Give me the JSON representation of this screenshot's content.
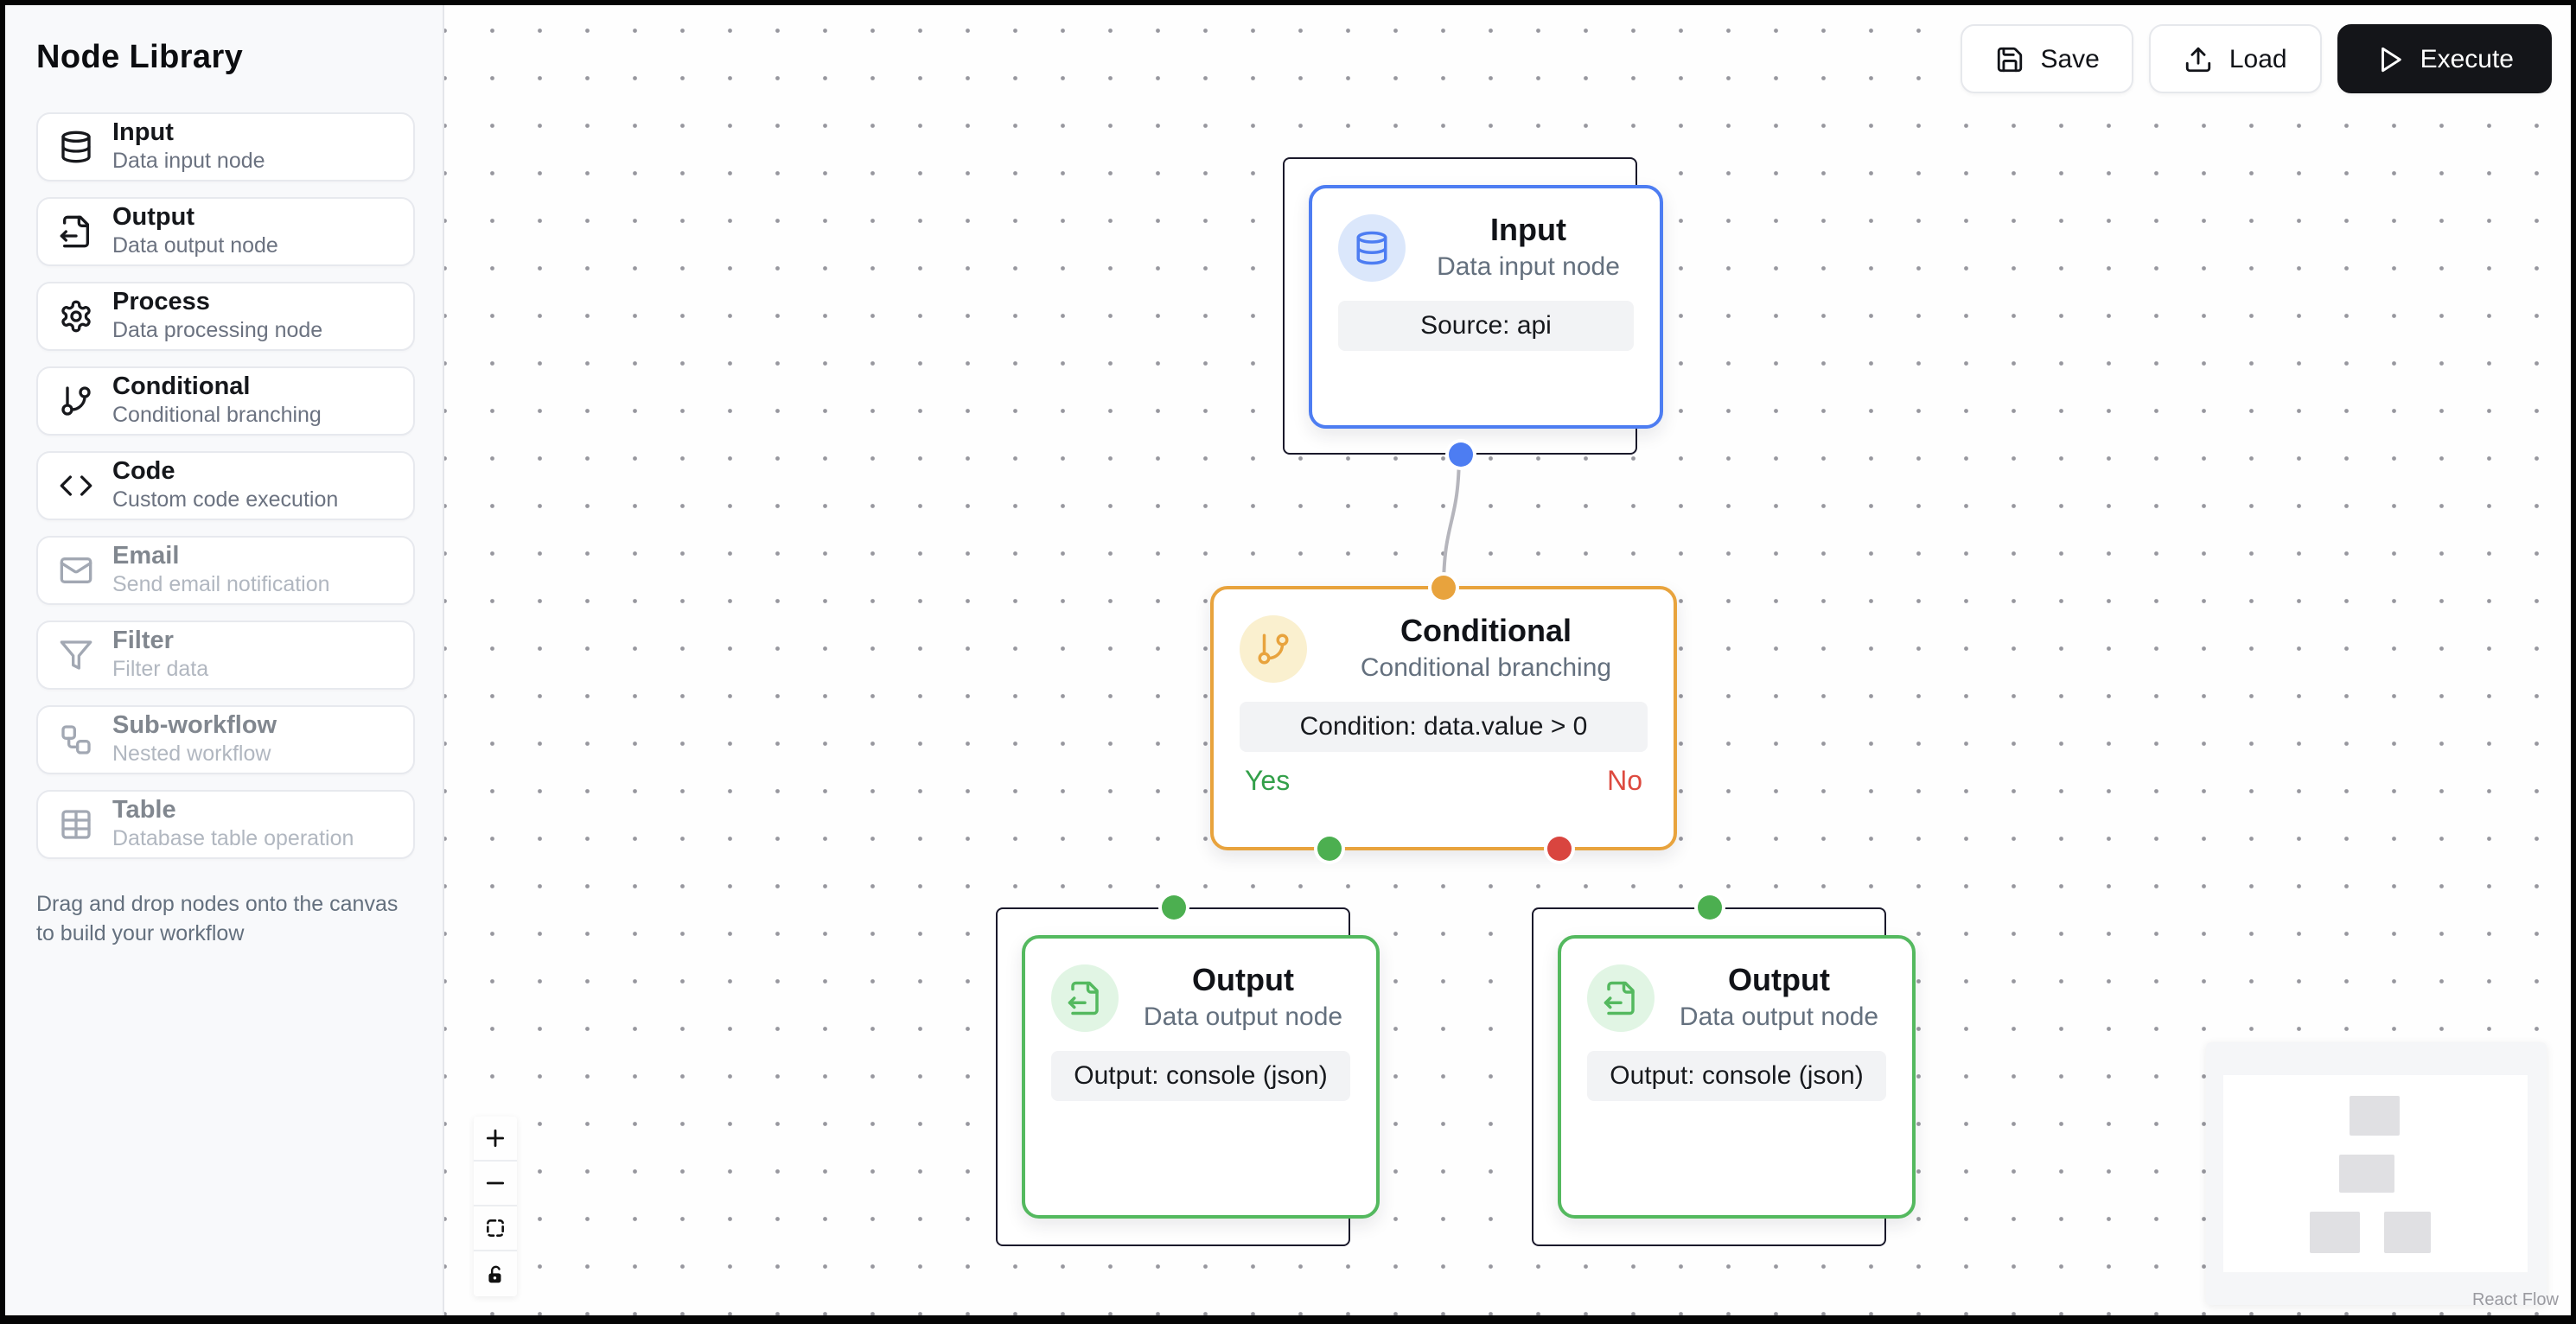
{
  "sidebar": {
    "title": "Node Library",
    "items": [
      {
        "label": "Input",
        "description": "Data input node",
        "icon": "database-icon",
        "enabled": true
      },
      {
        "label": "Output",
        "description": "Data output node",
        "icon": "file-output-icon",
        "enabled": true
      },
      {
        "label": "Process",
        "description": "Data processing node",
        "icon": "gear-icon",
        "enabled": true
      },
      {
        "label": "Conditional",
        "description": "Conditional branching",
        "icon": "git-branch-icon",
        "enabled": true
      },
      {
        "label": "Code",
        "description": "Custom code execution",
        "icon": "code-icon",
        "enabled": true
      },
      {
        "label": "Email",
        "description": "Send email notification",
        "icon": "mail-icon",
        "enabled": false
      },
      {
        "label": "Filter",
        "description": "Filter data",
        "icon": "filter-icon",
        "enabled": false
      },
      {
        "label": "Sub-workflow",
        "description": "Nested workflow",
        "icon": "workflow-icon",
        "enabled": false
      },
      {
        "label": "Table",
        "description": "Database table operation",
        "icon": "table-icon",
        "enabled": false
      }
    ],
    "hint": "Drag and drop nodes onto the canvas to build your workflow"
  },
  "toolbar": {
    "save": "Save",
    "load": "Load",
    "execute": "Execute"
  },
  "flow": {
    "nodes": [
      {
        "title": "Input",
        "subtitle": "Data input node",
        "detail": "Source: api",
        "accent": "#4d7df2",
        "accent_bg": "#dbe7fb",
        "icon": "database-icon"
      },
      {
        "title": "Conditional",
        "subtitle": "Conditional branching",
        "detail": "Condition: data.value > 0",
        "accent": "#e8a33d",
        "accent_bg": "#faf0cf",
        "icon": "git-branch-icon",
        "yes_label": "Yes",
        "no_label": "No"
      },
      {
        "title": "Output",
        "subtitle": "Data output node",
        "detail": "Output: console (json)",
        "accent": "#54b95f",
        "accent_bg": "#e1f5e4",
        "icon": "file-output-icon"
      },
      {
        "title": "Output",
        "subtitle": "Data output node",
        "detail": "Output: console (json)",
        "accent": "#54b95f",
        "accent_bg": "#e1f5e4",
        "icon": "file-output-icon"
      }
    ],
    "handle_colors": {
      "source_blue": "#4d7df2",
      "target_orange": "#e8a33d",
      "yes_green": "#4caf50",
      "no_red": "#d9453f",
      "target_green": "#4caf50"
    },
    "edge_color": "#b5b5bc",
    "yes_color": "#33a04a",
    "no_color": "#dd4a3f",
    "selection_border_color": "#1a192b"
  },
  "attribution": "React Flow"
}
